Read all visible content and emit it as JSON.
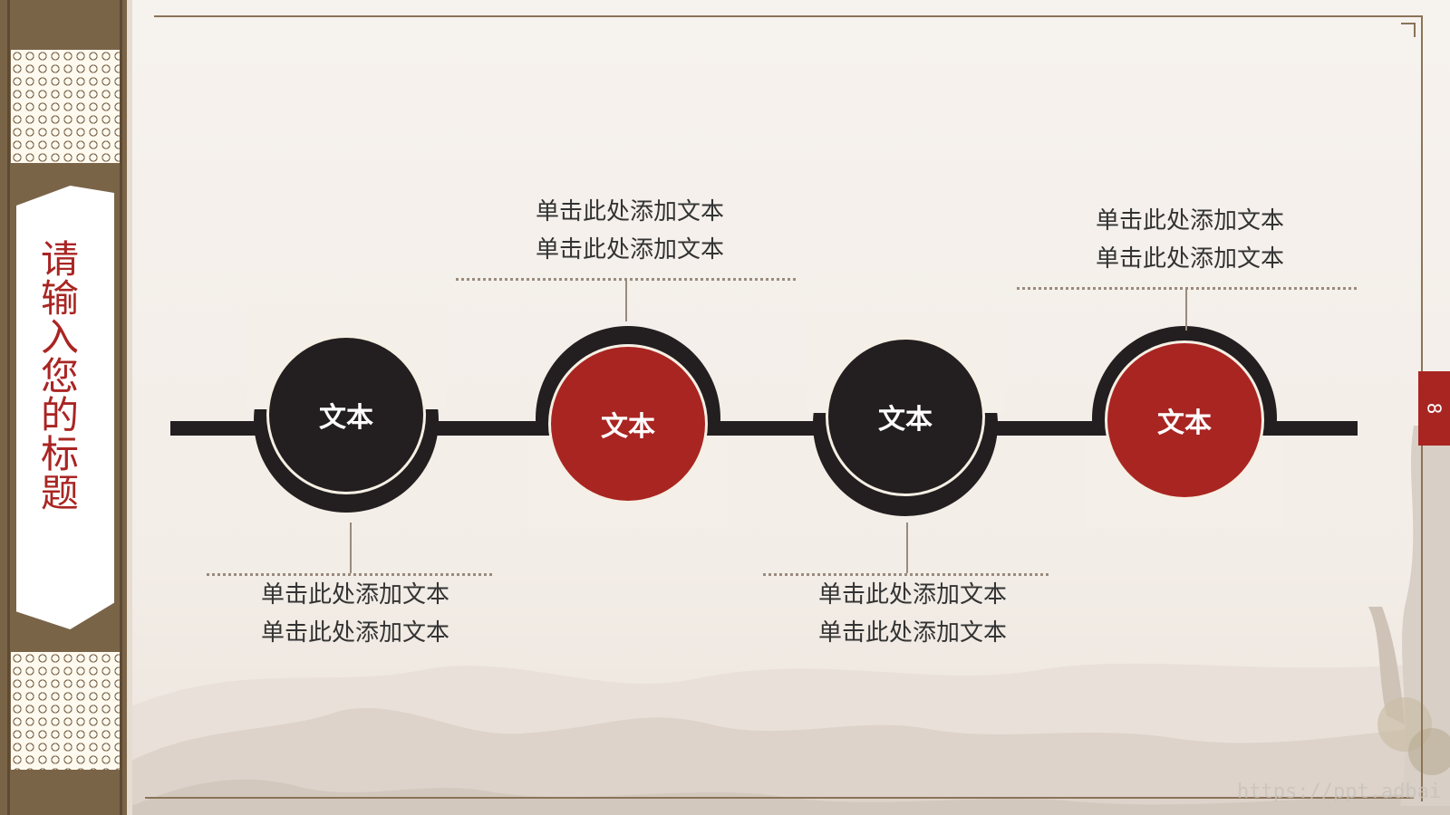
{
  "slide": {
    "title": "请输入您的标题",
    "page_number": "8",
    "watermark": "https://ppt.adbai"
  },
  "timeline": [
    {
      "label": "文本",
      "color": "dark",
      "caption_position": "below",
      "caption": [
        "单击此处添加文本",
        "单击此处添加文本"
      ]
    },
    {
      "label": "文本",
      "color": "red",
      "caption_position": "above",
      "caption": [
        "单击此处添加文本",
        "单击此处添加文本"
      ]
    },
    {
      "label": "文本",
      "color": "dark",
      "caption_position": "below",
      "caption": [
        "单击此处添加文本",
        "单击此处添加文本"
      ]
    },
    {
      "label": "文本",
      "color": "red",
      "caption_position": "above",
      "caption": [
        "单击此处添加文本",
        "单击此处添加文本"
      ]
    }
  ],
  "colors": {
    "accent_red": "#a92522",
    "dark": "#231f20",
    "frame": "#8b7358"
  }
}
